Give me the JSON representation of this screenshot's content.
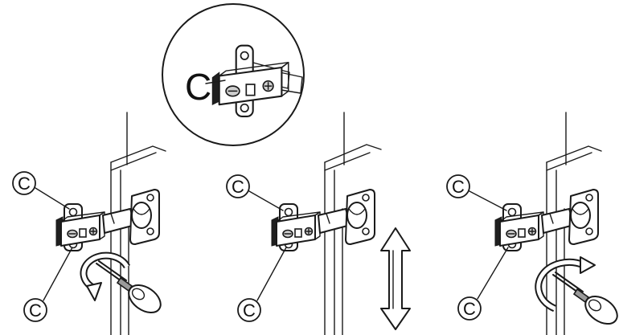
{
  "labels": {
    "detail": "C",
    "left_top": "C",
    "left_bottom": "C",
    "mid_top": "C",
    "mid_bottom": "C",
    "right_top": "C",
    "right_bottom": "C"
  },
  "icons": {
    "screwdriver": "screwdriver-icon",
    "rotate_ccw": "rotate-counterclockwise-arrow-icon",
    "rotate_cw": "rotate-clockwise-arrow-icon",
    "vertical_adjust": "up-down-arrow-icon"
  }
}
